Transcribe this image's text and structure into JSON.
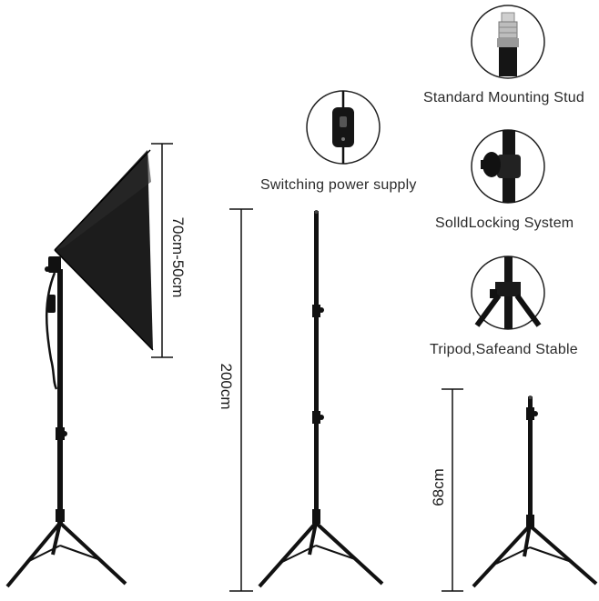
{
  "features": {
    "mounting_stud": "Standard Mounting Stud",
    "power_supply": "Switching power supply",
    "locking_system": "SolldLocking System",
    "tripod": "Tripod,Safeand Stable"
  },
  "dimensions": {
    "softbox_size": "70cm-50cm",
    "stand_height": "200cm",
    "folded_height": "68cm"
  },
  "colors": {
    "stand": "#111111",
    "softbox": "#1c1c1c",
    "dimension_line": "#111111",
    "circle_border": "#222222"
  }
}
